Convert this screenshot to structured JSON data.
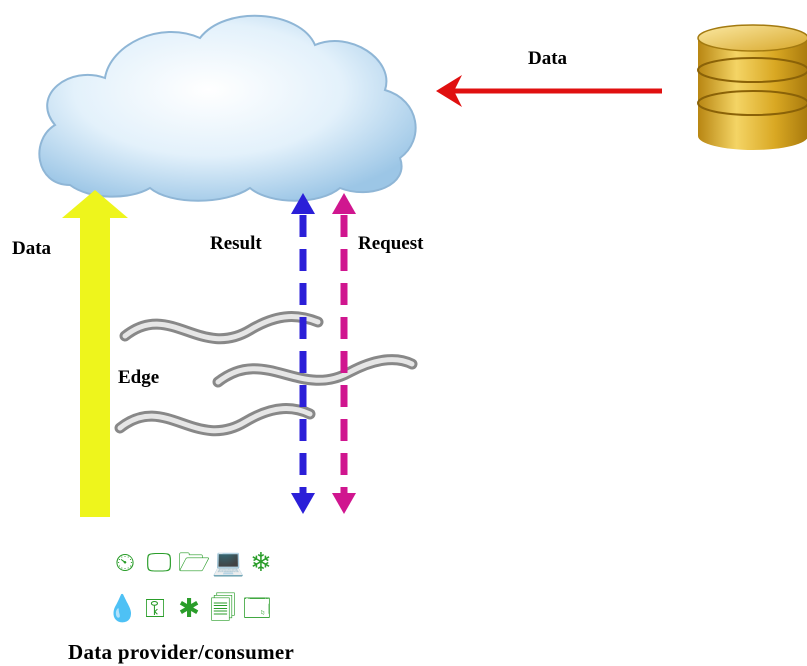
{
  "diagram": {
    "labels": {
      "top_data": "Data",
      "left_data": "Data",
      "result": "Result",
      "request": "Request",
      "edge": "Edge",
      "bottom": "Data provider/consumer"
    },
    "colors": {
      "cloud_fill": "#cfe6f7",
      "cloud_stroke": "#8fb6d6",
      "data_arrow_red": "#e01010",
      "upload_arrow_yellow": "#eef51c",
      "result_arrow_blue": "#2b1fd8",
      "request_arrow_magenta": "#d0168f",
      "edge_wave_gray": "#9a9a9a",
      "database_gold": "#d4a820",
      "device_icons_green": "#2a9d2a"
    },
    "icons": {
      "cloud": "cloud-icon",
      "database": "database-icon",
      "devices_row1": [
        "clock-icon",
        "monitor-icon",
        "folder-doc-icon",
        "laptop-icon",
        "snowflake-icon"
      ],
      "devices_row2": [
        "drop-icon",
        "key-icon",
        "asterisk-icon",
        "documents-icon",
        "window-icon"
      ]
    }
  }
}
